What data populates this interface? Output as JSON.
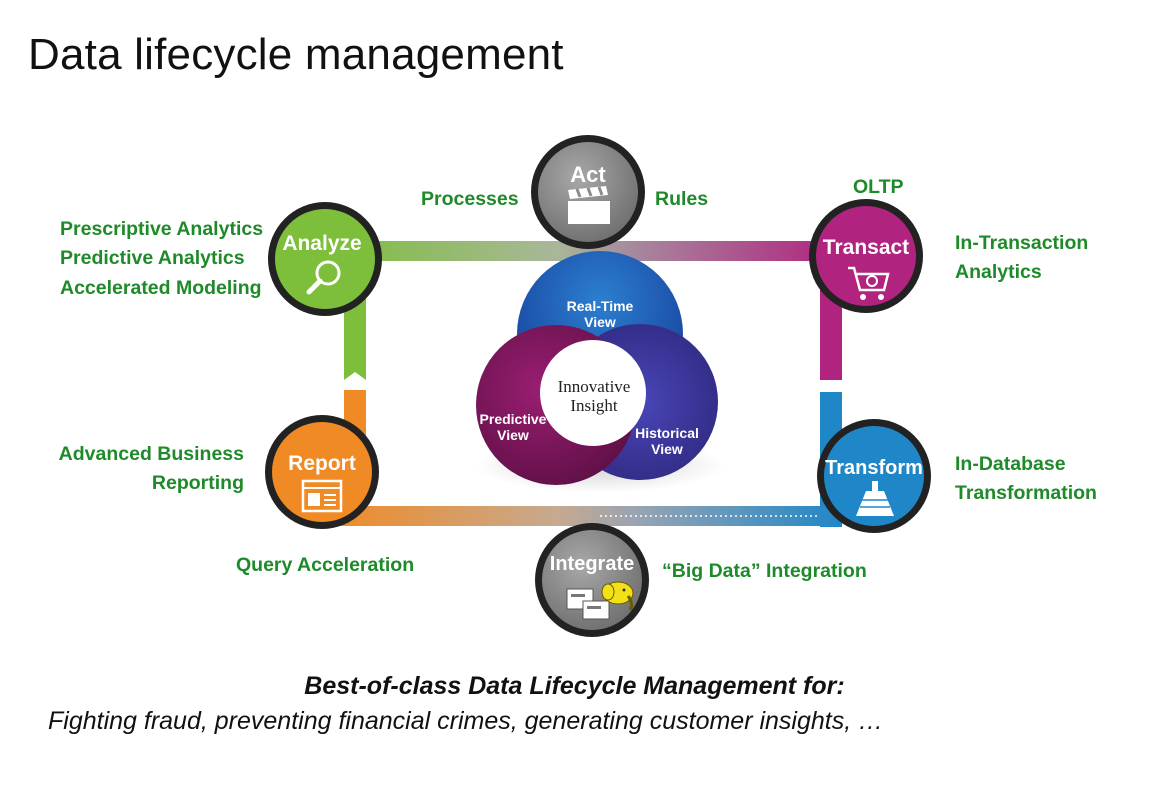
{
  "title": "Data lifecycle management",
  "nodes": {
    "act": "Act",
    "analyze": "Analyze",
    "transact": "Transact",
    "report": "Report",
    "transform": "Transform",
    "integrate": "Integrate"
  },
  "venn": {
    "top_line1": "Real-Time",
    "top_line2": "View",
    "left_line1": "Predictive",
    "left_line2": "View",
    "right_line1": "Historical",
    "right_line2": "View",
    "center_line1": "Innovative",
    "center_line2": "Insight"
  },
  "labels": {
    "processes": "Processes",
    "rules": "Rules",
    "oltp": "OLTP",
    "analyze_1": "Prescriptive Analytics",
    "analyze_2": "Predictive Analytics",
    "analyze_3": "Accelerated Modeling",
    "transact_1": "In-Transaction",
    "transact_2": "Analytics",
    "report_1": "Advanced Business",
    "report_2": "Reporting",
    "transform_1": "In-Database",
    "transform_2": "Transformation",
    "query": "Query Acceleration",
    "bigdata": "“Big Data” Integration"
  },
  "footer": {
    "line1": "Best-of-class Data Lifecycle Management for:",
    "line2": "Fighting fraud, preventing financial crimes, generating customer insights, …"
  },
  "colors": {
    "label_green": "#1f8a2a",
    "analyze": "#7dbe3a",
    "transact": "#b0237e",
    "report": "#f08a24",
    "transform": "#1f87c8",
    "act_integrate": "#8c8c8c"
  },
  "icons": {
    "act": "clapperboard-icon",
    "analyze": "magnifier-icon",
    "transact": "shopping-cart-icon",
    "report": "report-window-icon",
    "transform": "funnel-brush-icon",
    "integrate": "elephant-folders-icon"
  }
}
